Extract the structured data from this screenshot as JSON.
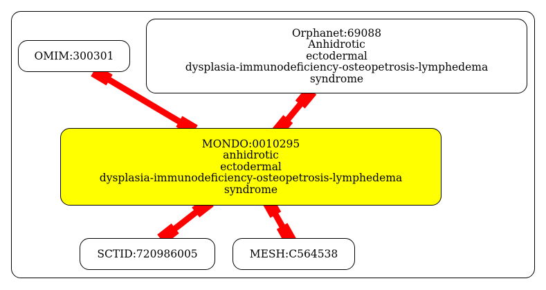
{
  "colors": {
    "focus_node_fill": "#ffff00",
    "edge_color": "#ff0000",
    "node_border": "#000000"
  },
  "nodes": {
    "omim": {
      "lines": [
        "OMIM:300301"
      ]
    },
    "orphanet": {
      "lines": [
        "Orphanet:69088",
        "Anhidrotic",
        "ectodermal",
        "dysplasia-immunodeficiency-osteopetrosis-lymphedema",
        "syndrome"
      ]
    },
    "mondo": {
      "lines": [
        "MONDO:0010295",
        "anhidrotic",
        "ectodermal",
        "dysplasia-immunodeficiency-osteopetrosis-lymphedema",
        "syndrome"
      ]
    },
    "sctid": {
      "lines": [
        "SCTID:720986005"
      ]
    },
    "mesh": {
      "lines": [
        "MESH:C564538"
      ]
    }
  },
  "edges": [
    {
      "from": "omim",
      "to": "mondo",
      "style": "bidirectional-box"
    },
    {
      "from": "orphanet",
      "to": "mondo",
      "style": "bidirectional-box"
    },
    {
      "from": "mondo",
      "to": "sctid",
      "style": "bidirectional-box"
    },
    {
      "from": "mondo",
      "to": "mesh",
      "style": "bidirectional-box"
    }
  ]
}
